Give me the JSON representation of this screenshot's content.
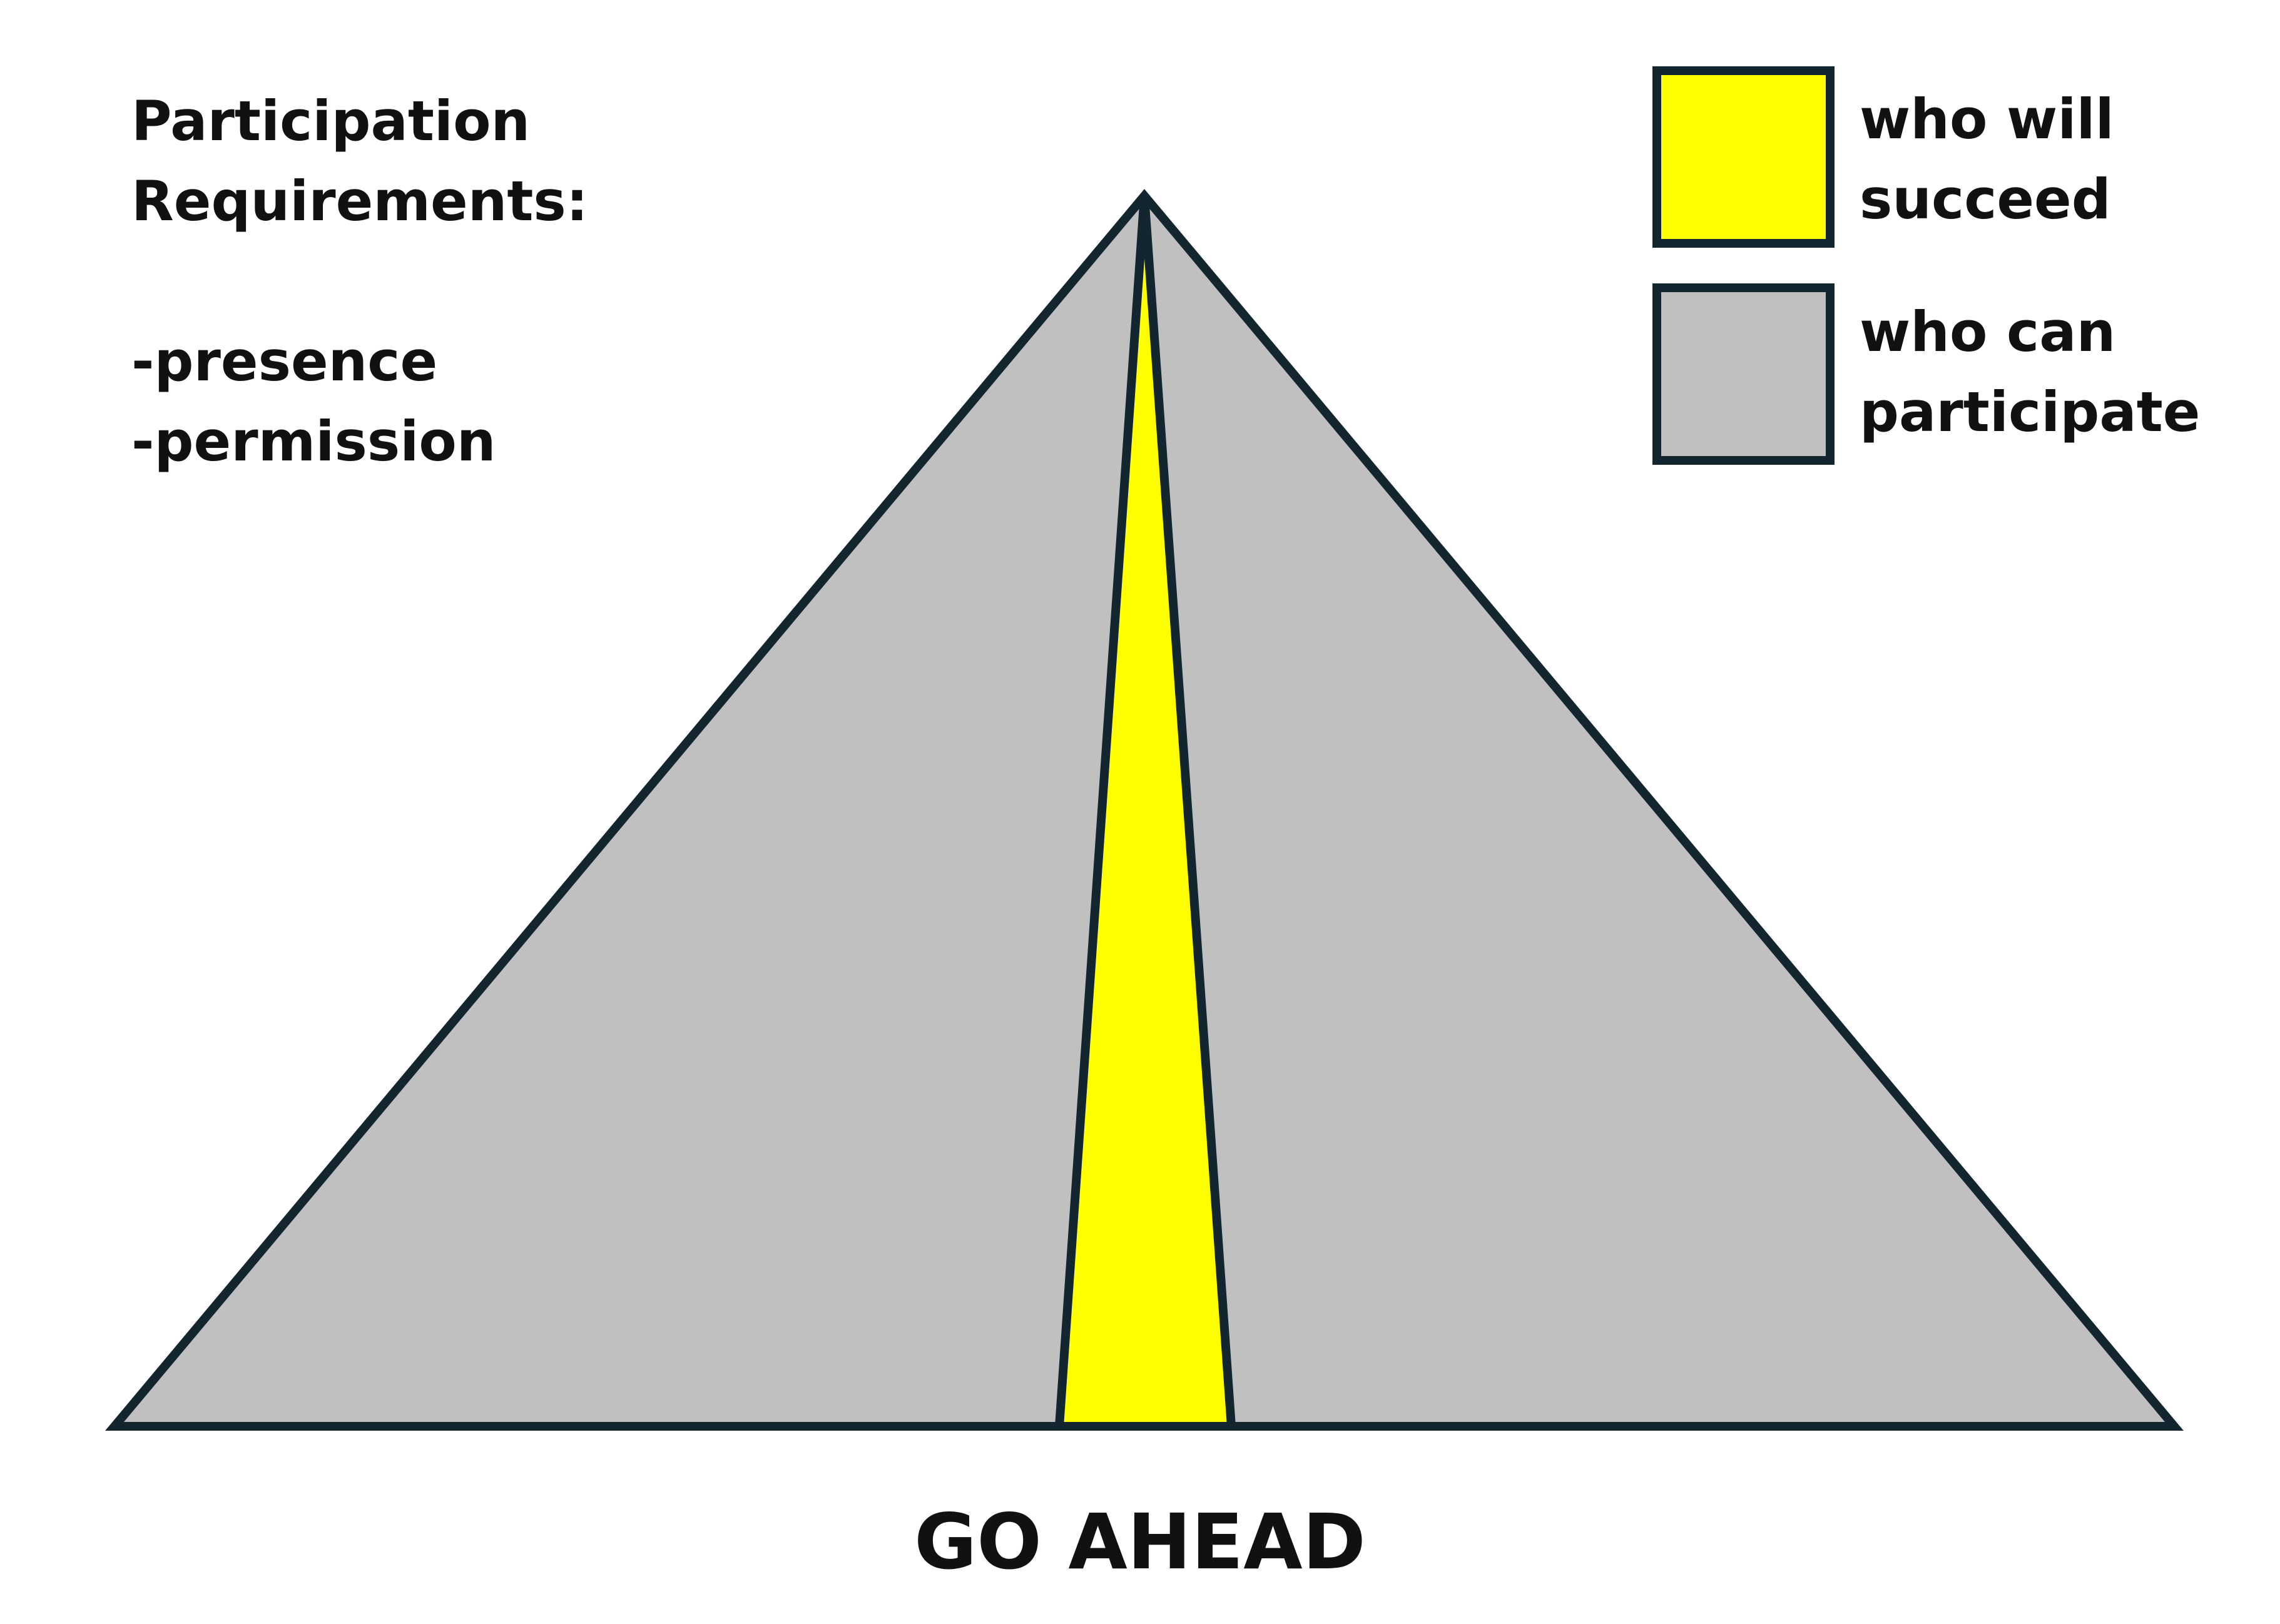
{
  "requirements": {
    "heading_line1": "Participation",
    "heading_line2": "Requirements:",
    "items": [
      "-presence",
      "-permission"
    ]
  },
  "legend": {
    "items": [
      {
        "line1": "who will",
        "line2": "succeed",
        "color": "#ffff00"
      },
      {
        "line1": "who can",
        "line2": "participate",
        "color": "#c0c0c0"
      }
    ]
  },
  "footer": {
    "label": "GO AHEAD"
  },
  "colors": {
    "outline": "#13262f",
    "grey_fill": "#c0c0c0",
    "yellow_fill": "#ffff00"
  }
}
